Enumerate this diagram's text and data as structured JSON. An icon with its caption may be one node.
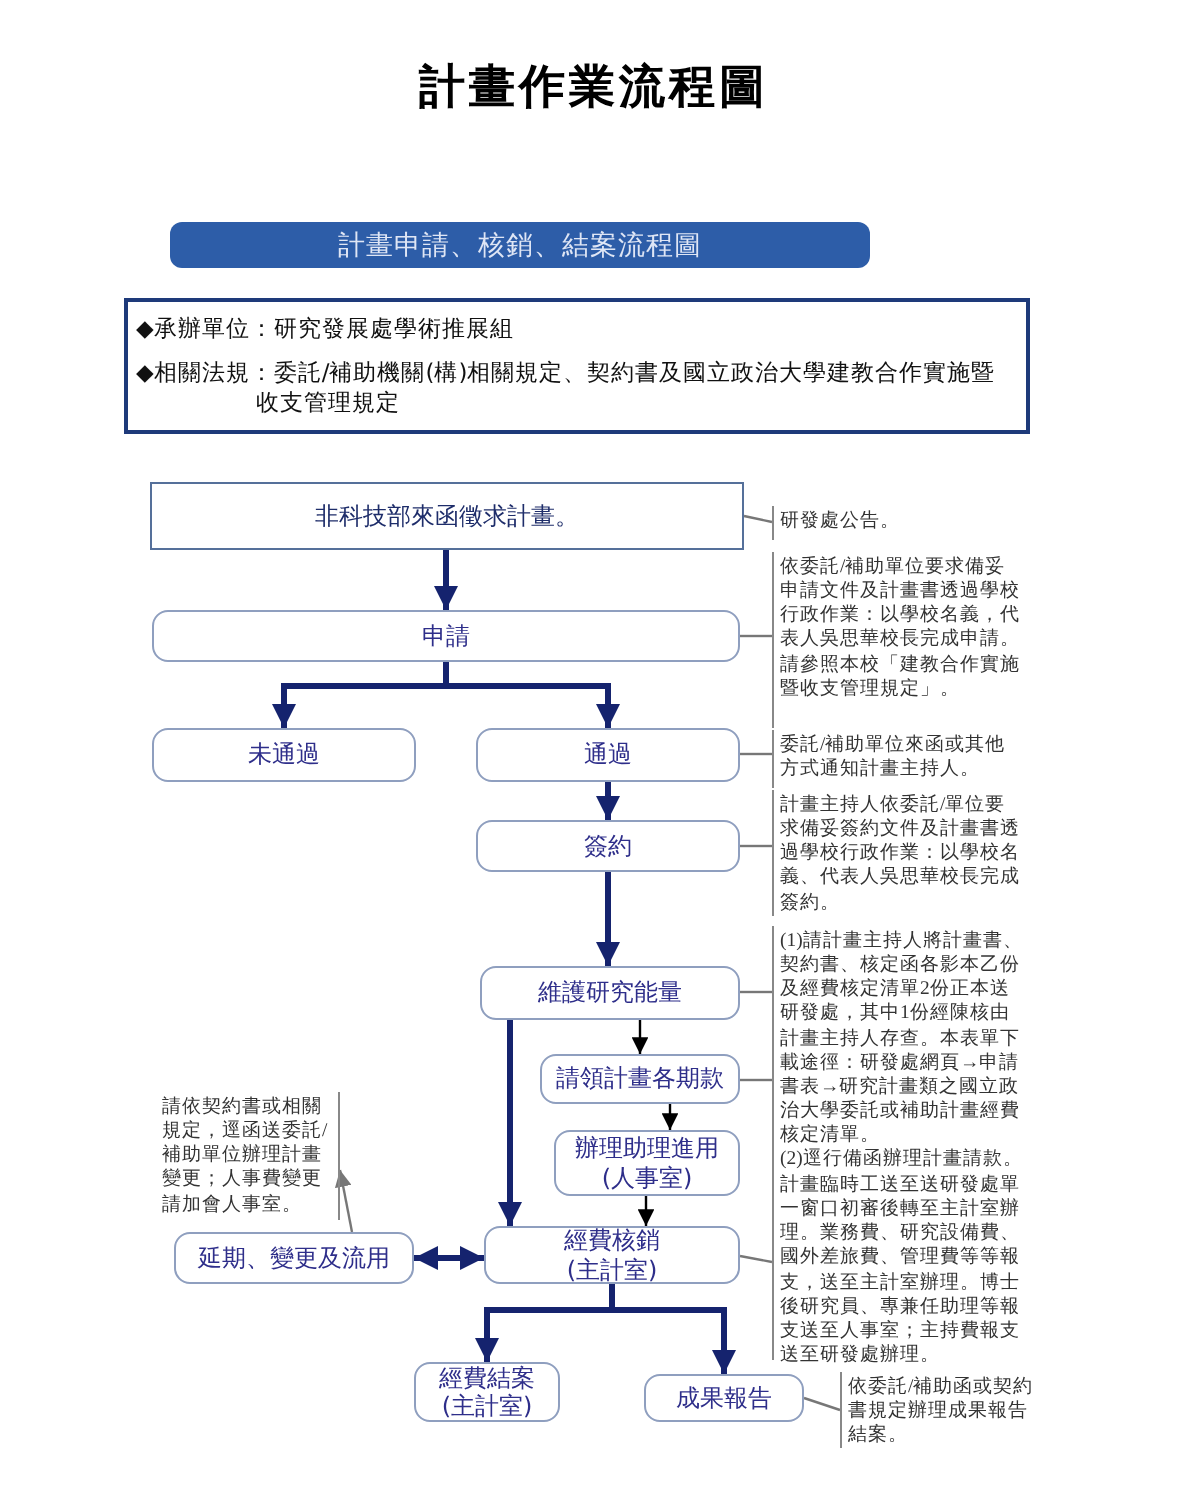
{
  "diagram": {
    "title": "計畫作業流程圖",
    "nodes": [
      {
        "text": [
          "計畫申請、核銷、結案流程圖"
        ]
      },
      {
        "text": [
          "◆承辦單位：研究發展處學術推展組",
          "◆相關法規：委託/補助機關(構)相關規定、契約書及國立政治大學建教合作實施暨收支管理規定"
        ]
      },
      {
        "text": [
          "非科技部來函徵求計畫。"
        ]
      },
      {
        "text": [
          "申請"
        ]
      },
      {
        "text": [
          "未通過"
        ]
      },
      {
        "text": [
          "通過"
        ]
      },
      {
        "text": [
          "簽約"
        ]
      },
      {
        "text": [
          "維護研究能量"
        ]
      },
      {
        "text": [
          "請領計畫各期款"
        ]
      },
      {
        "text": [
          "辦理助理進用 (人事室)"
        ]
      },
      {
        "text": [
          "延期、變更及流用"
        ]
      },
      {
        "text": [
          "經費核銷 (主計室)"
        ]
      },
      {
        "text": [
          "經費結案 (主計室)"
        ]
      },
      {
        "text": [
          "成果報告"
        ]
      },
      {
        "text": [
          "研發處公告。"
        ]
      },
      {
        "text": [
          "依委託/補助單位要求備妥申請文件及計畫書透過學校行政作業：以學校名義，代表人吳思華校長完成申請。請參照本校「建教合作實施暨收支管理規定」。"
        ]
      },
      {
        "text": [
          "委託/補助單位來函或其他方式通知計畫主持人。"
        ]
      },
      {
        "text": [
          "計畫主持人依委託/單位要求備妥簽約文件及計畫書透過學校行政作業：以學校名義、代表人吳思華校長完成簽約。"
        ]
      },
      {
        "text": [
          "(1)請計畫主持人將計畫書、契約書、核定函各影本乙份及經費核定清單2份正本送研發處，其中1份經陳核由計畫主持人存查。本表單下載途徑：研發處網頁→申請書表→研究計畫類之國立政治大學委託或補助計畫經費核定清單。",
          "(2)逕行備函辦理計畫請款。"
        ]
      },
      {
        "text": [
          "計畫臨時工送至送研發處單一窗口初審後轉至主計室辦理。業務費、研究設備費、國外差旅費、管理費等等報支，送至主計室辦理。博士後研究員、專兼任助理等報支送至人事室；主持費報支送至研發處辦理。"
        ]
      },
      {
        "text": [
          "依委託/補助函或契約書規定辦理成果報告結案。"
        ]
      },
      {
        "text": [
          "請依契約書或相關規定，逕函送委託/補助單位辦理計畫變更；人事費變更請加會人事室。"
        ]
      }
    ],
    "edges": [
      {
        "from": 2,
        "to": 3,
        "arrow": "to",
        "style": "thick",
        "color": "#15236e"
      },
      {
        "from": 3,
        "to": 4,
        "arrow": "to",
        "style": "thick",
        "color": "#15236e"
      },
      {
        "from": 3,
        "to": 5,
        "arrow": "to",
        "style": "thick",
        "color": "#15236e"
      },
      {
        "from": 5,
        "to": 6,
        "arrow": "to",
        "style": "thick",
        "color": "#15236e"
      },
      {
        "from": 6,
        "to": 7,
        "arrow": "to",
        "style": "thick",
        "color": "#15236e"
      },
      {
        "from": 7,
        "to": 8,
        "arrow": "to",
        "color": "#000000"
      },
      {
        "from": 8,
        "to": 9,
        "arrow": "to",
        "color": "#000000"
      },
      {
        "from": 9,
        "to": 11,
        "arrow": "to",
        "color": "#000000"
      },
      {
        "from": 7,
        "to": 11,
        "arrow": "to",
        "style": "thick",
        "color": "#15236e"
      },
      {
        "from": 10,
        "to": 11,
        "arrow": "both",
        "style": "thick",
        "color": "#15236e"
      },
      {
        "from": 11,
        "to": 12,
        "arrow": "to",
        "style": "thick",
        "color": "#15236e"
      },
      {
        "from": 11,
        "to": 13,
        "arrow": "to",
        "style": "thick",
        "color": "#15236e"
      },
      {
        "from": 2,
        "to": 14,
        "arrow": "none",
        "color": "#777777"
      },
      {
        "from": 3,
        "to": 15,
        "arrow": "none",
        "color": "#777777"
      },
      {
        "from": 5,
        "to": 16,
        "arrow": "none",
        "color": "#777777"
      },
      {
        "from": 6,
        "to": 17,
        "arrow": "none",
        "color": "#777777"
      },
      {
        "from": 7,
        "to": 18,
        "arrow": "none",
        "color": "#777777"
      },
      {
        "from": 8,
        "to": 18,
        "arrow": "none",
        "color": "#777777"
      },
      {
        "from": 11,
        "to": 19,
        "arrow": "none",
        "color": "#777777"
      },
      {
        "from": 13,
        "to": 20,
        "arrow": "none",
        "color": "#777777"
      },
      {
        "from": 10,
        "to": 21,
        "arrow": "to",
        "color": "#777777"
      }
    ]
  }
}
